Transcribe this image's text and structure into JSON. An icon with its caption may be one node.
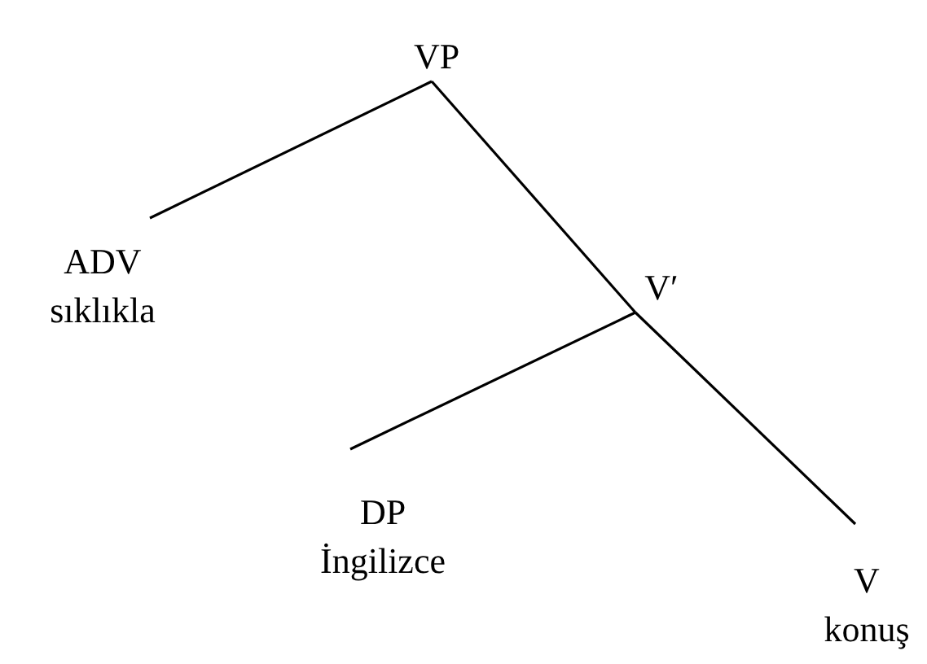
{
  "diagram": {
    "nodes": [
      {
        "text": [
          "VP"
        ]
      },
      {
        "text": [
          "ADV",
          "sıklıkla"
        ]
      },
      {
        "text": [
          "V′"
        ]
      },
      {
        "text": [
          "DP",
          "İngilizce"
        ]
      },
      {
        "text": [
          "V",
          "konuş"
        ]
      }
    ],
    "edges": [
      {
        "from": 0,
        "to": 1,
        "arrow": "none"
      },
      {
        "from": 0,
        "to": 2,
        "arrow": "none"
      },
      {
        "from": 2,
        "to": 3,
        "arrow": "none"
      },
      {
        "from": 2,
        "to": 4,
        "arrow": "none"
      }
    ]
  }
}
